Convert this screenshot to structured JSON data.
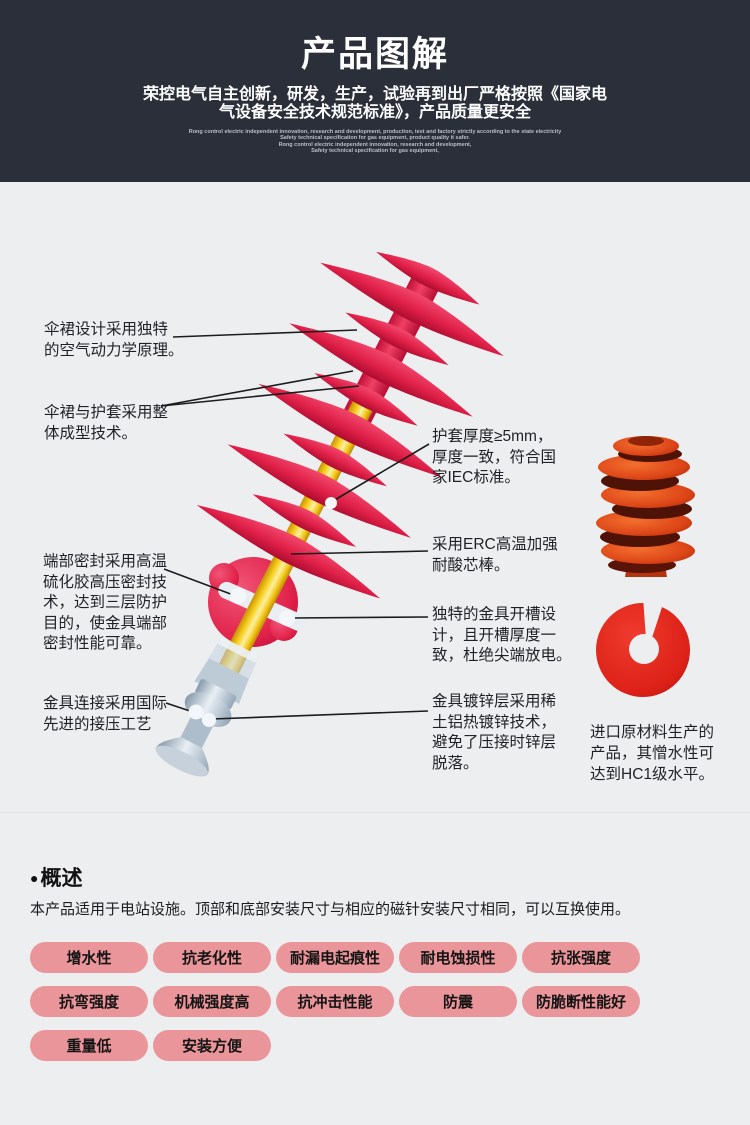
{
  "header": {
    "title": "产品图解",
    "subtitle": "荣控电气自主创新，研发，生产，试验再到出厂严格按照《国家电\n气设备安全技术规范标准》，产品质量更安全",
    "en_lines": [
      "Rong control electric independent innovation, research and development, production, test and factory strictly according to the state electricity",
      "Safety technical specification for gas equipment, product quality it safer.",
      "Rong control electric independent innovation, research and development,",
      "Safety technical specification for gas equipment,"
    ]
  },
  "callouts": {
    "shed_design": "伞裙设计采用独特\n的空气动力学原理。",
    "shed_mold": "伞裙与护套采用整\n体成型技术。",
    "end_seal": "端部密封采用高温\n硫化胶高压密封技\n术，达到三层防护\n目的，使金具端部\n密封性能可靠。",
    "fitting_crimp": "金具连接采用国际\n先进的接压工艺",
    "sheath_thickness": "护套厚度≥5mm，\n厚度一致，符合国\n家IEC标准。",
    "core_rod": "采用ERC高温加强\n耐酸芯棒。",
    "fitting_slot": "独特的金具开槽设\n计，且开槽厚度一\n致，杜绝尖端放电。",
    "zinc_coating": "金具镀锌层采用稀\n土铝热镀锌技术，\n避免了压接时锌层\n脱落。",
    "raw_material": "进口原材料生产的\n产品，其憎水性可\n达到HC1级水平。"
  },
  "overview": {
    "bullet": "●",
    "heading": "概述",
    "description": "本产品适用于电站设施。顶部和底部安装尺寸与相应的磁针安装尺寸相同，可以互换使用。",
    "tags": [
      "增水性",
      "抗老化性",
      "耐漏电起痕性",
      "耐电蚀损性",
      "抗张强度",
      "抗弯强度",
      "机械强度高",
      "抗冲击性能",
      "防震",
      "防脆断性能好",
      "重量低",
      "安装方便"
    ]
  },
  "colors": {
    "header_bg": "#2b2f3a",
    "page_bg": "#eceef0",
    "accent_red": "#e02048",
    "core_yellow": "#f7cf1d",
    "detail_orange": "#dc4517",
    "tag_pink": "#ea959a",
    "text": "#1f2126",
    "en_text": "#b9bfc9"
  }
}
